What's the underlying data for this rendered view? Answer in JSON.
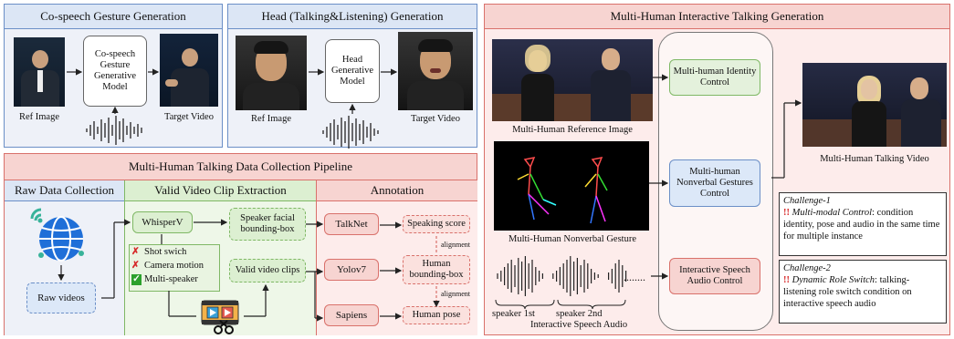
{
  "panels": {
    "cospeech": {
      "title": "Co-speech Gesture Generation",
      "model": "Co-speech Gesture Generative Model",
      "ref_label": "Ref Image",
      "target_label": "Target Video"
    },
    "head": {
      "title": "Head (Talking&Listening) Generation",
      "model": "Head Generative Model",
      "ref_label": "Ref Image",
      "target_label": "Target Video"
    },
    "pipeline": {
      "title": "Multi-Human Talking Data Collection Pipeline",
      "raw": {
        "title": "Raw Data Collection",
        "raw_videos": "Raw videos"
      },
      "valid": {
        "title": "Valid Video Clip Extraction",
        "whisperv": "WhisperV",
        "speaker_bbox": "Speaker facial bounding-box",
        "valid_clips": "Valid video clips",
        "checks": [
          {
            "mark": "✗",
            "text": "Shot swich",
            "color": "#d62728"
          },
          {
            "mark": "✗",
            "text": "Camera motion",
            "color": "#d62728"
          },
          {
            "mark": "✓",
            "text": "Multi-speaker",
            "color": "#2ca02c"
          }
        ]
      },
      "annotation": {
        "title": "Annotation",
        "talknet": "TalkNet",
        "yolov7": "Yolov7",
        "sapiens": "Sapiens",
        "speaking_score": "Speaking score",
        "human_bbox": "Human bounding-box",
        "human_pose": "Human pose",
        "alignment_1": "alignment",
        "alignment_2": "alignment"
      }
    },
    "interactive": {
      "title": "Multi-Human Interactive Talking Generation",
      "ref_image_label": "Multi-Human Reference Image",
      "gesture_label": "Multi-Human Nonverbal Gesture",
      "audio_label": "Interactive Speech Audio",
      "speaker1": "speaker 1st",
      "speaker2": "speaker 2nd",
      "dots": "........",
      "identity_control": "Multi-human Identity Control",
      "gesture_control": "Multi-human Nonverbal Gestures Control",
      "audio_control": "Interactive Speech Audio Control",
      "output_label": "Multi-Human Talking Video",
      "challenge1": {
        "title": "Challenge-1",
        "marks": "!!",
        "name": "Multi-modal Control",
        "text": ": condition identity, pose and audio in the same time for multiple instance"
      },
      "challenge2": {
        "title": "Challenge-2",
        "marks": "!!",
        "name": "Dynamic Role Switch",
        "text": ": talking-listening role switch condition on interactive speech audio"
      }
    }
  },
  "colors": {
    "blue_bg": "#eef1f8",
    "blue_border": "#6b8fc7",
    "pink_bg": "#fdeceb",
    "pink_border": "#d9716b",
    "green_bg": "#eef7e8",
    "green_border": "#7fb865",
    "blue_box": "#dce8f8"
  }
}
